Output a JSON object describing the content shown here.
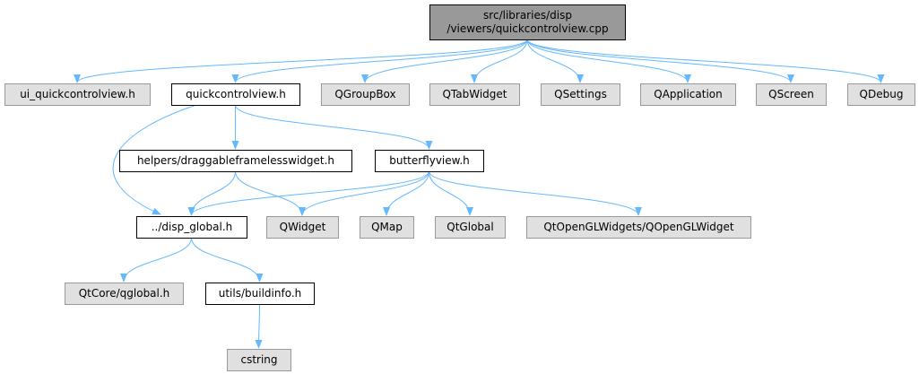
{
  "colors": {
    "edge": "#63b8ff",
    "root_fill": "#999999",
    "external_fill": "#e0e0e0",
    "external_border": "#999999",
    "local_fill": "#ffffff",
    "local_border": "#000000"
  },
  "nodes": {
    "root": {
      "lines": [
        "src/libraries/disp",
        "/viewers/quickcontrolview.cpp"
      ],
      "kind": "root"
    },
    "ui_quickcontrolview_h": {
      "lines": [
        "ui_quickcontrolview.h"
      ],
      "kind": "external"
    },
    "quickcontrolview_h": {
      "lines": [
        "quickcontrolview.h"
      ],
      "kind": "local"
    },
    "QGroupBox": {
      "lines": [
        "QGroupBox"
      ],
      "kind": "external"
    },
    "QTabWidget": {
      "lines": [
        "QTabWidget"
      ],
      "kind": "external"
    },
    "QSettings": {
      "lines": [
        "QSettings"
      ],
      "kind": "external"
    },
    "QApplication": {
      "lines": [
        "QApplication"
      ],
      "kind": "external"
    },
    "QScreen": {
      "lines": [
        "QScreen"
      ],
      "kind": "external"
    },
    "QDebug": {
      "lines": [
        "QDebug"
      ],
      "kind": "external"
    },
    "helpers_draggable": {
      "lines": [
        "helpers/draggableframelesswidget.h"
      ],
      "kind": "local"
    },
    "butterflyview_h": {
      "lines": [
        "butterflyview.h"
      ],
      "kind": "local"
    },
    "disp_global_h": {
      "lines": [
        "../disp_global.h"
      ],
      "kind": "local"
    },
    "QWidget": {
      "lines": [
        "QWidget"
      ],
      "kind": "external"
    },
    "QMap": {
      "lines": [
        "QMap"
      ],
      "kind": "external"
    },
    "QtGlobal": {
      "lines": [
        "QtGlobal"
      ],
      "kind": "external"
    },
    "QOpenGLWidget": {
      "lines": [
        "QtOpenGLWidgets/QOpenGLWidget"
      ],
      "kind": "external"
    },
    "qglobal_h": {
      "lines": [
        "QtCore/qglobal.h"
      ],
      "kind": "external"
    },
    "buildinfo_h": {
      "lines": [
        "utils/buildinfo.h"
      ],
      "kind": "local"
    },
    "cstring": {
      "lines": [
        "cstring"
      ],
      "kind": "external"
    }
  },
  "edges": [
    [
      "root",
      "ui_quickcontrolview_h"
    ],
    [
      "root",
      "quickcontrolview_h"
    ],
    [
      "root",
      "QGroupBox"
    ],
    [
      "root",
      "QTabWidget"
    ],
    [
      "root",
      "QSettings"
    ],
    [
      "root",
      "QApplication"
    ],
    [
      "root",
      "QScreen"
    ],
    [
      "root",
      "QDebug"
    ],
    [
      "quickcontrolview_h",
      "disp_global_h"
    ],
    [
      "quickcontrolview_h",
      "helpers_draggable"
    ],
    [
      "quickcontrolview_h",
      "butterflyview_h"
    ],
    [
      "helpers_draggable",
      "disp_global_h"
    ],
    [
      "helpers_draggable",
      "QWidget"
    ],
    [
      "butterflyview_h",
      "disp_global_h"
    ],
    [
      "butterflyview_h",
      "QWidget"
    ],
    [
      "butterflyview_h",
      "QMap"
    ],
    [
      "butterflyview_h",
      "QtGlobal"
    ],
    [
      "butterflyview_h",
      "QOpenGLWidget"
    ],
    [
      "disp_global_h",
      "qglobal_h"
    ],
    [
      "disp_global_h",
      "buildinfo_h"
    ],
    [
      "buildinfo_h",
      "cstring"
    ]
  ]
}
